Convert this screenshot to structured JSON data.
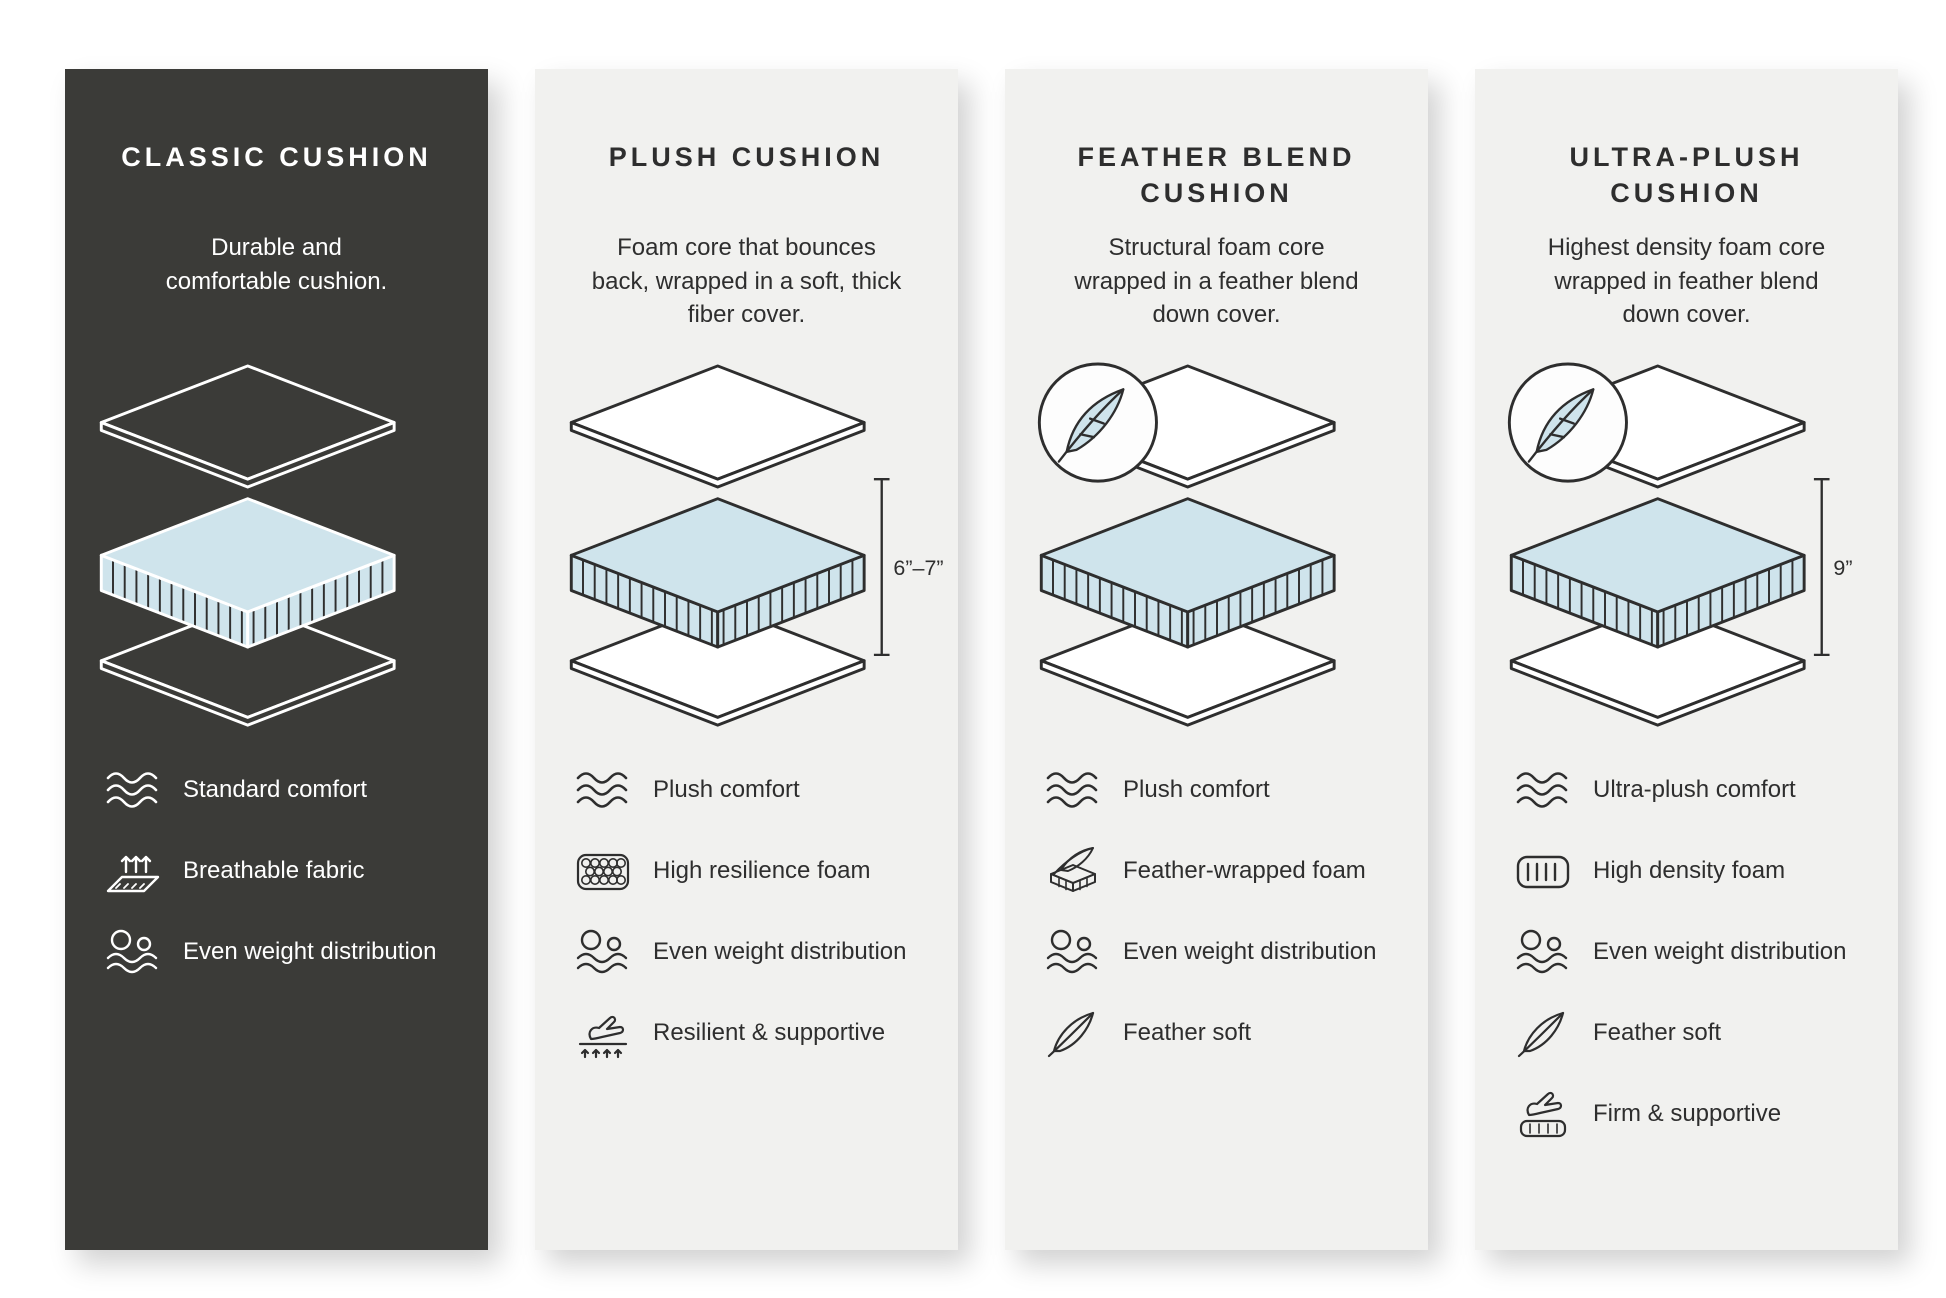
{
  "colors": {
    "dark_card_background": "#3b3b38",
    "light_card_background": "#f1f1ef",
    "foam_blue": "#cfe4ec",
    "line_dark": "#2e2e2e",
    "line_light": "#ffffff"
  },
  "cards": [
    {
      "title": "CLASSIC CUSHION",
      "description": "Durable and comfortable cushion.",
      "theme": "dark",
      "features": [
        {
          "icon": "waves-icon",
          "label": "Standard comfort"
        },
        {
          "icon": "breathable-fabric-icon",
          "label": "Breathable fabric"
        },
        {
          "icon": "even-weight-icon",
          "label": "Even weight distribution"
        }
      ]
    },
    {
      "title": "PLUSH CUSHION",
      "description": "Foam core that bounces back, wrapped in a soft, thick fiber cover.",
      "theme": "light",
      "measurement": "6”–7”",
      "features": [
        {
          "icon": "waves-icon",
          "label": "Plush comfort"
        },
        {
          "icon": "resilience-foam-icon",
          "label": "High resilience foam"
        },
        {
          "icon": "even-weight-icon",
          "label": "Even weight distribution"
        },
        {
          "icon": "resilient-supportive-icon",
          "label": "Resilient & supportive"
        }
      ]
    },
    {
      "title": "FEATHER BLEND CUSHION",
      "description": "Structural foam core wrapped in a feather blend down cover.",
      "theme": "light",
      "badge_icon": "feather-icon",
      "features": [
        {
          "icon": "waves-icon",
          "label": "Plush comfort"
        },
        {
          "icon": "feather-wrapped-foam-icon",
          "label": "Feather-wrapped foam"
        },
        {
          "icon": "even-weight-icon",
          "label": "Even weight distribution"
        },
        {
          "icon": "feather-icon",
          "label": "Feather soft"
        }
      ]
    },
    {
      "title": "ULTRA-PLUSH CUSHION",
      "description": "Highest density foam core wrapped in feather blend down cover.",
      "theme": "light",
      "badge_icon": "feather-icon",
      "measurement": "9”",
      "features": [
        {
          "icon": "waves-icon",
          "label": "Ultra-plush comfort"
        },
        {
          "icon": "high-density-foam-icon",
          "label": "High density foam"
        },
        {
          "icon": "even-weight-icon",
          "label": "Even weight distribution"
        },
        {
          "icon": "feather-icon",
          "label": "Feather soft"
        },
        {
          "icon": "firm-supportive-icon",
          "label": "Firm & supportive"
        }
      ]
    }
  ]
}
